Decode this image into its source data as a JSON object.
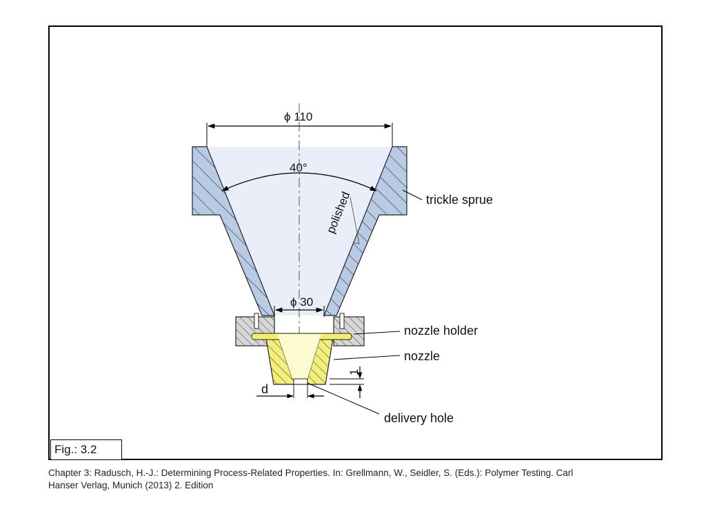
{
  "figure_label": "Fig.: 3.2",
  "caption": {
    "line1": "Chapter 3: Radusch, H.-J.: Determining Process-Related Properties. In: Grellmann, W., Seidler, S. (Eds.): Polymer Testing. Carl",
    "line2": "Hanser Verlag, Munich (2013) 2. Edition"
  },
  "labels": {
    "diameter_top": "ϕ 110",
    "angle": "40°",
    "surface_finish": "polished",
    "diameter_bottom": "ϕ 30",
    "trickle_sprue": "trickle sprue",
    "nozzle_holder": "nozzle holder",
    "nozzle": "nozzle",
    "depth": "1",
    "hole_diameter": "d",
    "delivery_hole": "delivery hole"
  },
  "colors": {
    "sprue_fill": "#b9cbe4",
    "interior_fill": "#e9eef8",
    "nozzle_fill": "#f2f07a",
    "nozzle_interior": "#fbfbcf",
    "holder_fill": "#d7d7d7",
    "pin_fill": "#f4ef6a"
  }
}
